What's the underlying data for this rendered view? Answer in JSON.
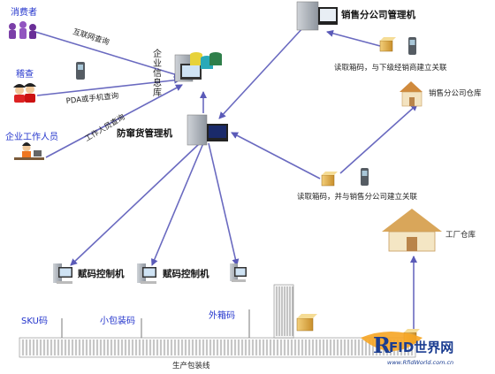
{
  "actors": {
    "consumer": "消费者",
    "inspection": "稽查",
    "staff": "企业工作人员"
  },
  "queries": {
    "internet": "互联网查询",
    "pda": "PDA或手机查询",
    "staff": "工作人员查询"
  },
  "servers": {
    "db": "企业信息库",
    "main": "防窜货管理机",
    "sales": "销售分公司管理机"
  },
  "branch": {
    "read1": "读取箱码，与下级经销商建立关联",
    "warehouse": "销售分公司仓库",
    "read2": "读取箱码，并与销售分公司建立关联"
  },
  "factory": {
    "warehouse": "工厂仓库"
  },
  "coders": [
    "赋码控制机",
    "赋码控制机"
  ],
  "codes": [
    "SKU码",
    "小包装码",
    "外箱码"
  ],
  "line": "生产包装线",
  "logo": {
    "main": "FID世界网",
    "sub": "www.RfidWorld.com.cn"
  }
}
